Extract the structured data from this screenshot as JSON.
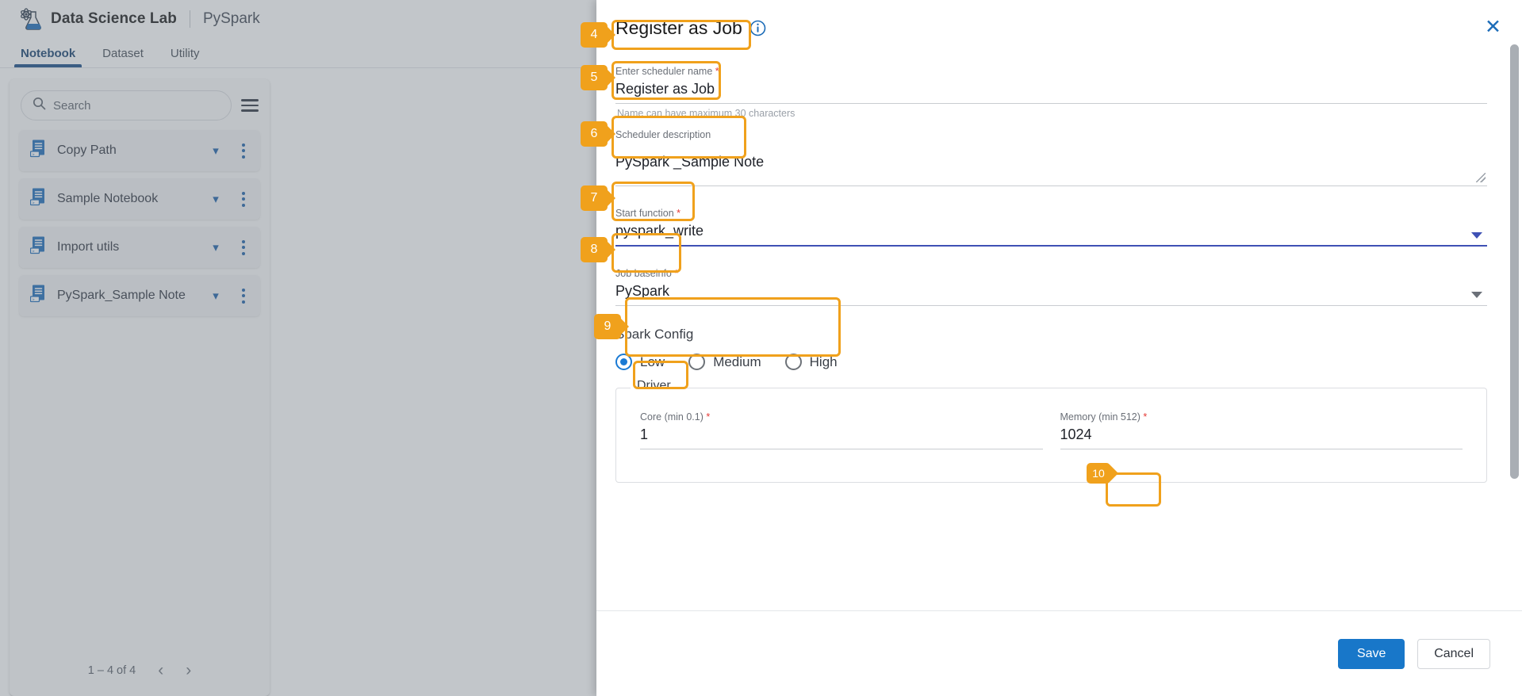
{
  "app": {
    "brand": "Data Science Lab",
    "brand_separator": "|",
    "context": "PySpark",
    "logo_icon": "flask-atom-icon"
  },
  "tabs": [
    {
      "label": "Notebook",
      "active": true
    },
    {
      "label": "Dataset",
      "active": false
    },
    {
      "label": "Utility",
      "active": false
    }
  ],
  "sidebar": {
    "search": {
      "placeholder": "Search",
      "value": "",
      "icon": "search-icon"
    },
    "menu_icon": "hamburger-menu-icon",
    "items": [
      {
        "name": "Copy Path",
        "icon": "notebook-file-icon",
        "expand_icon": "chevron-down-icon",
        "more_icon": "kebab-menu-icon"
      },
      {
        "name": "Sample Notebook",
        "icon": "notebook-file-icon",
        "expand_icon": "chevron-down-icon",
        "more_icon": "kebab-menu-icon"
      },
      {
        "name": "Import utils",
        "icon": "notebook-file-icon",
        "expand_icon": "chevron-down-icon",
        "more_icon": "kebab-menu-icon"
      },
      {
        "name": "PySpark_Sample Note",
        "icon": "notebook-file-icon",
        "expand_icon": "chevron-down-icon",
        "more_icon": "kebab-menu-icon"
      }
    ],
    "pagination": {
      "range": "1 – 4 of 4",
      "prev_icon": "chevron-left-icon",
      "next_icon": "chevron-right-icon"
    }
  },
  "dialog": {
    "title": "Register as Job",
    "info_icon": "info-circle-icon",
    "close_icon": "close-icon",
    "scheduler_name": {
      "label": "Enter scheduler name",
      "required": "*",
      "value": "Register as Job",
      "help": "Name can have maximum 30 characters"
    },
    "scheduler_description": {
      "label": "Scheduler description",
      "value": "PySpark _Sample Note",
      "resize_icon": "resize-grip-icon"
    },
    "start_function": {
      "label": "Start function",
      "required": "*",
      "value": "pyspark_write",
      "dropdown_icon": "caret-down-icon",
      "focused": true
    },
    "job_baseinfo": {
      "label": "Job baseinfo",
      "required": "*",
      "value": "PySpark",
      "dropdown_icon": "caret-down-icon"
    },
    "spark_config": {
      "title": "Spark Config",
      "options": [
        {
          "label": "Low",
          "selected": true
        },
        {
          "label": "Medium",
          "selected": false
        },
        {
          "label": "High",
          "selected": false
        }
      ]
    },
    "driver": {
      "legend": "Driver",
      "core": {
        "label": "Core (min 0.1)",
        "required": "*",
        "value": "1"
      },
      "memory": {
        "label": "Memory (min 512)",
        "required": "*",
        "value": "1024"
      }
    },
    "footer": {
      "save": "Save",
      "cancel": "Cancel"
    }
  },
  "callouts": [
    {
      "number": "4",
      "target": "dialog-title"
    },
    {
      "number": "5",
      "target": "scheduler-name-field"
    },
    {
      "number": "6",
      "target": "scheduler-description-field"
    },
    {
      "number": "7",
      "target": "start-function-field"
    },
    {
      "number": "8",
      "target": "job-baseinfo-field"
    },
    {
      "number": "9",
      "target": "spark-config-group"
    },
    {
      "number": "10",
      "target": "save-button"
    }
  ],
  "colors": {
    "accent_highlight": "#f0a11c",
    "primary_button": "#1877c9",
    "link_blue": "#1c6cb8",
    "focus_indigo": "#3f51b5",
    "radio_blue": "#1a7ad4"
  }
}
